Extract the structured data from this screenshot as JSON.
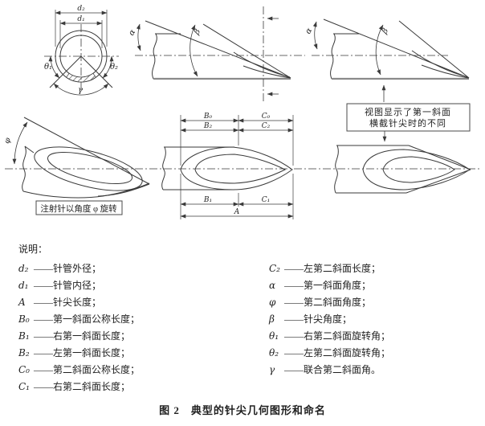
{
  "figure": {
    "caption": "图 2　典型的针尖几何图形和命名"
  },
  "notes": {
    "bevel_line1": "视图显示了第一斜面",
    "bevel_line2": "横截针尖时的不同",
    "rotation": "注射针以角度 φ 旋转"
  },
  "labels": {
    "d2": "d₂",
    "d1": "d₁",
    "theta1": "θ₁",
    "theta2": "θ₂",
    "gamma": "γ",
    "alpha": "α",
    "beta": "β",
    "phi": "φ",
    "B0": "B₀",
    "C0": "C₀",
    "B2": "B₂",
    "C2": "C₂",
    "B1": "B₁",
    "C1": "C₁",
    "A": "A"
  },
  "legend": {
    "heading": "说明：",
    "left": [
      {
        "symbol": "d₂",
        "text": "——针管外径；"
      },
      {
        "symbol": "d₁",
        "text": "——针管内径；"
      },
      {
        "symbol": "A",
        "text": "——针尖长度；"
      },
      {
        "symbol": "B₀",
        "text": "——第一斜面公称长度；"
      },
      {
        "symbol": "B₁",
        "text": "——右第一斜面长度；"
      },
      {
        "symbol": "B₂",
        "text": "——左第一斜面长度；"
      },
      {
        "symbol": "C₀",
        "text": "——第二斜面公称长度；"
      },
      {
        "symbol": "C₁",
        "text": "——右第二斜面长度；"
      }
    ],
    "right": [
      {
        "symbol": "C₂",
        "text": "——左第二斜面长度；"
      },
      {
        "symbol": "α",
        "text": "——第一斜面角度；"
      },
      {
        "symbol": "φ",
        "text": "——第二斜面角度；"
      },
      {
        "symbol": "β",
        "text": "——针尖角度；"
      },
      {
        "symbol": "θ₁",
        "text": "——右第二斜面旋转角；"
      },
      {
        "symbol": "θ₂",
        "text": "——左第二斜面旋转角；"
      },
      {
        "symbol": "γ",
        "text": "——联合第二斜面角。"
      }
    ]
  },
  "colors": {
    "line": "#3a3a3a",
    "thick_line": "#8a8a8a",
    "text": "#1f1f1f",
    "background": "#ffffff"
  }
}
